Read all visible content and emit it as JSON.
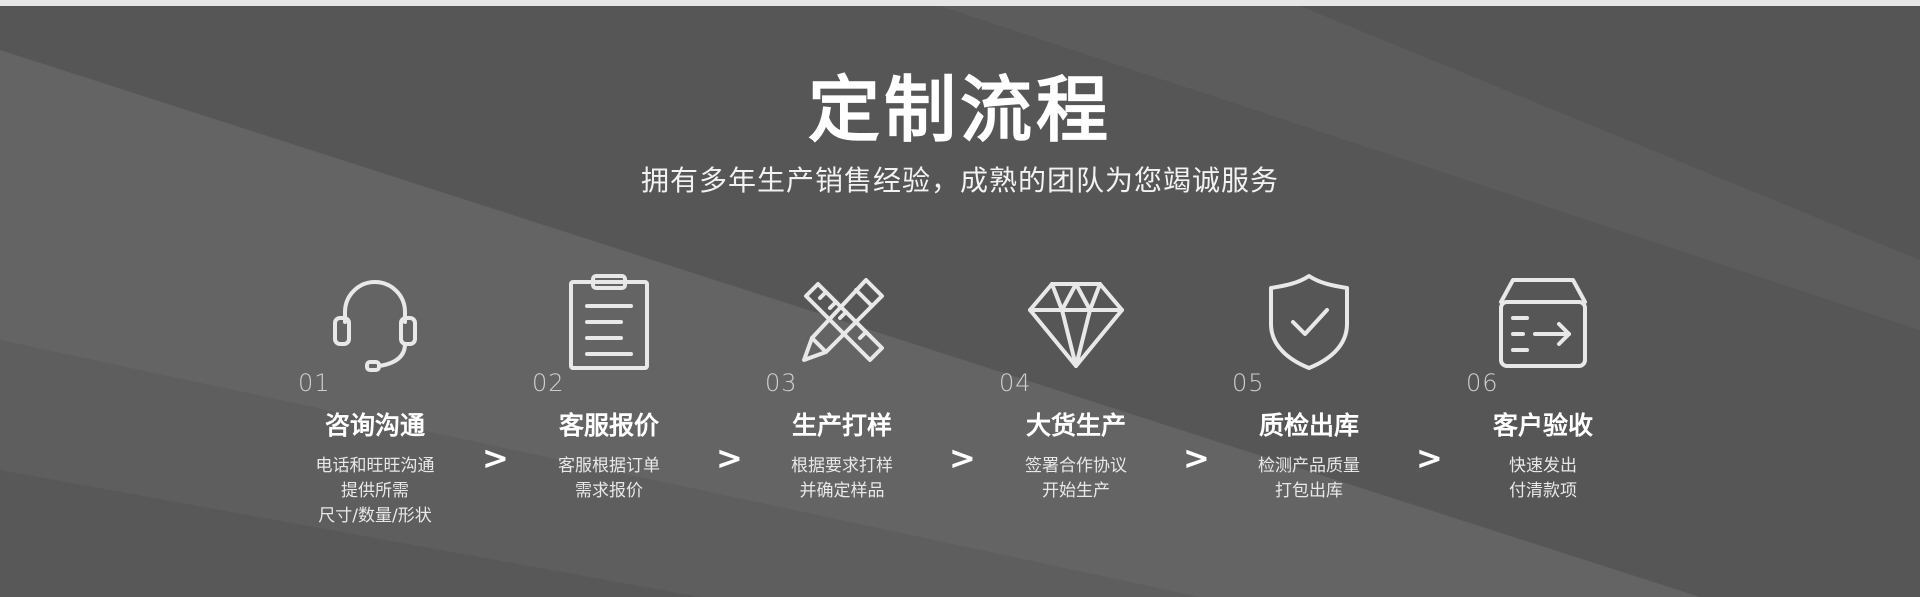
{
  "header": {
    "title": "定制流程",
    "subtitle": "拥有多年生产销售经验，成熟的团队为您竭诚服务"
  },
  "steps": [
    {
      "num": "01",
      "name": "咨询沟通",
      "icon": "headset-icon",
      "desc": [
        "电话和旺旺沟通",
        "提供所需",
        "尺寸/数量/形状"
      ]
    },
    {
      "num": "02",
      "name": "客服报价",
      "icon": "clipboard-icon",
      "desc": [
        "客服根据订单",
        "需求报价"
      ]
    },
    {
      "num": "03",
      "name": "生产打样",
      "icon": "pencil-ruler-icon",
      "desc": [
        "根据要求打样",
        "并确定样品"
      ]
    },
    {
      "num": "04",
      "name": "大货生产",
      "icon": "diamond-icon",
      "desc": [
        "签署合作协议",
        "开始生产"
      ]
    },
    {
      "num": "05",
      "name": "质检出库",
      "icon": "shield-check-icon",
      "desc": [
        "检测产品质量",
        "打包出库"
      ]
    },
    {
      "num": "06",
      "name": "客户验收",
      "icon": "box-arrow-icon",
      "desc": [
        "快速发出",
        "付清款项"
      ]
    }
  ],
  "separator": ">"
}
